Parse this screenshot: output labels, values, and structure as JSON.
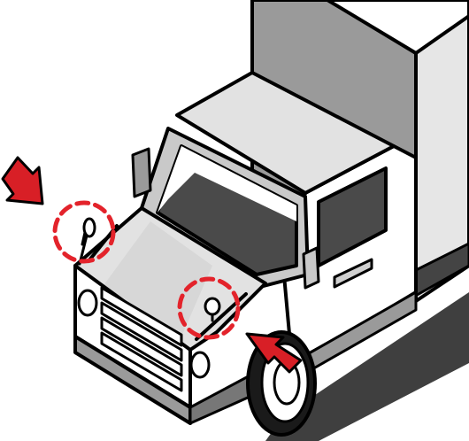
{
  "colors": {
    "outline": "#000000",
    "white": "#ffffff",
    "light_gray": "#e2e2e2",
    "mid_gray": "#c9c9c9",
    "cargo_side": "#9a9a9a",
    "dark_gray": "#4a4a4a",
    "shadow": "#3f3f3f",
    "highlight_red": "#e3232b",
    "arrow_red": "#d81f26"
  },
  "illustration": {
    "subject": "delivery-truck",
    "highlights": [
      {
        "id": "left-fender-marker",
        "style": "dashed-circle"
      },
      {
        "id": "right-fender-marker",
        "style": "dashed-circle"
      }
    ],
    "arrows": [
      {
        "id": "arrow-upper-left",
        "points_to": "left-fender-marker"
      },
      {
        "id": "arrow-lower-right",
        "points_to": "right-fender-marker"
      }
    ]
  }
}
